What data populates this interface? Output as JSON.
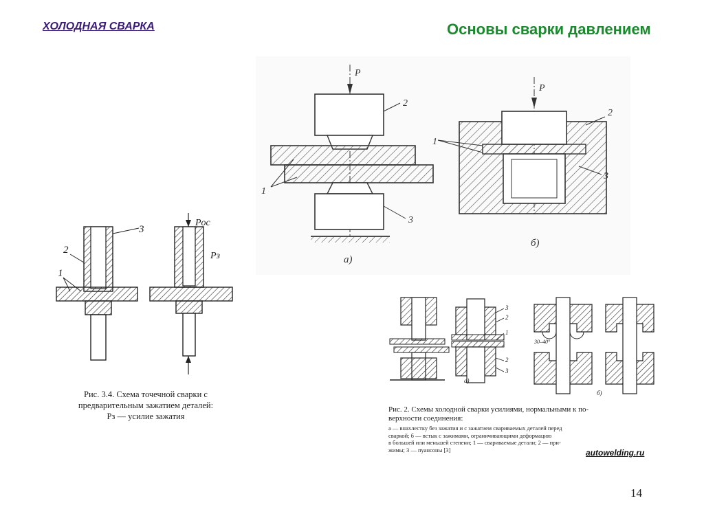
{
  "slide": {
    "title_left": "ХОЛОДНАЯ СВАРКА",
    "title_right": "Основы сварки давлением",
    "page_number": "14"
  },
  "figure_a_b": {
    "force_label": "P",
    "callout_1": "1",
    "callout_2": "2",
    "callout_3": "3",
    "sub_a": "а)",
    "sub_b": "б)"
  },
  "figure_34": {
    "force_label_1": "Pос",
    "force_label_2": "Pз",
    "callout_1": "1",
    "callout_2": "2",
    "callout_3": "3",
    "caption_line1": "Рис. 3.4. Схема точечной сварки с",
    "caption_line2": "предварительным зажатием деталей:",
    "caption_line3": "Pз — усилие зажатия"
  },
  "figure_2": {
    "callout_1": "1",
    "callout_2": "2",
    "callout_3": "3",
    "angle_label": "30–40°",
    "sub_a": "а)",
    "sub_b": "б)",
    "caption_line1": "Рис. 2. Схемы холодной сварки усилиями, нормальными к по-",
    "caption_line2": "верхности соединения:",
    "legend_line1": "а — внахлестку без зажатия и с зажатием свариваемых деталей перед",
    "legend_line2": "сваркой; б — встык с зажимами, ограничивающими деформацию",
    "legend_line3": "в большей или меньшей степени; 1 — свариваемые детали; 2 — при-",
    "legend_line4": "жимы; 3 — пуансоны [3]",
    "watermark": "autowelding.ru"
  }
}
